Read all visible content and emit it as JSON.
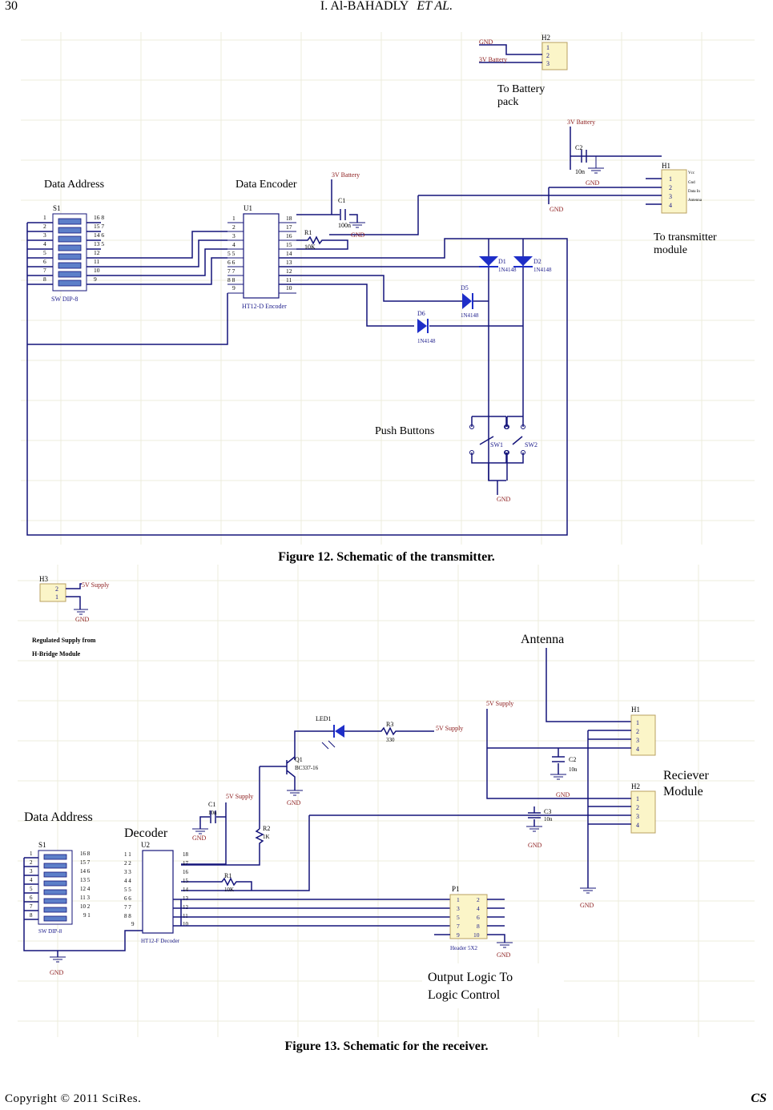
{
  "header": {
    "page_number": "30",
    "authors": "I. Al-BAHADLY",
    "etal": "ET    AL."
  },
  "footer": {
    "copyright": "Copyright  ©  2011  SciRes.",
    "journal": "CS"
  },
  "fig12": {
    "caption": "Figure 12. Schematic of the transmitter.",
    "titles": {
      "data_address": "Data Address",
      "data_encoder": "Data Encoder",
      "push_buttons": "Push Buttons",
      "to_battery_1": "To Battery",
      "to_battery_2": "pack",
      "to_tx_1": "To transmitter",
      "to_tx_2": "module"
    },
    "labels": {
      "h2": "H2",
      "gnd": "GND",
      "batt": "3V Battery",
      "c2": "C2",
      "c2v": "10n",
      "h1": "H1",
      "h1_pins": [
        "Vcc",
        "Gnd",
        "Data In",
        "Antenna"
      ],
      "u1": "U1",
      "encoder": "HT12-D Encoder",
      "c1": "C1",
      "c1v": "100n",
      "r1": "R1",
      "r1v": "10K",
      "s1": "S1",
      "swdip": "SW DIP-8",
      "d1": "D1",
      "d2": "D2",
      "d5": "D5",
      "d6": "D6",
      "diode": "1N4148",
      "sw1": "SW1",
      "sw2": "SW2"
    }
  },
  "fig13": {
    "caption": "Figure 13. Schematic for the receiver.",
    "titles": {
      "data_address": "Data Address",
      "decoder": "Decoder",
      "antenna": "Antenna",
      "receiver_1": "Reciever",
      "receiver_2": "Module",
      "output_1": "Output Logic To",
      "output_2": "Logic Control",
      "reg_1": "Regulated Supply from",
      "reg_2": "H-Bridge Module"
    },
    "labels": {
      "h3": "H3",
      "supply": "5V Supply",
      "gnd": "GND",
      "led": "LED1",
      "r3": "R3",
      "r3v": "330",
      "q1": "Q1",
      "q1v": "BC337-16",
      "c1": "C1",
      "c1v": "10n",
      "r2": "R2",
      "r2v": "1K",
      "r1": "R1",
      "r1v": "10K",
      "u2": "U2",
      "decoder": "HT12-F Decoder",
      "s1": "S1",
      "swdip": "SW DIP-8",
      "h1": "H1",
      "h2": "H2",
      "c2": "C2",
      "c2v": "10n",
      "c3": "C3",
      "c3v": "10n",
      "p1": "P1",
      "header": "Header 5X2"
    }
  }
}
